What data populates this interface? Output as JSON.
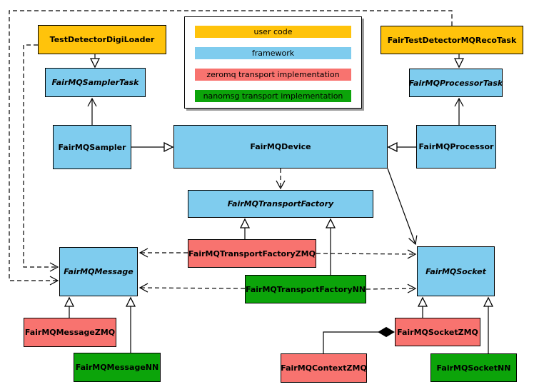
{
  "colors": {
    "user_code": "#FFC30B",
    "framework": "#7FCCEE",
    "zeromq": "#F8736F",
    "nanomsg": "#0CA40A",
    "edge": "#000000",
    "background": "#FFFFFF",
    "legend_shadow": "#9A9A9A"
  },
  "legend": {
    "items": [
      {
        "label": "user code",
        "color_key": "user_code"
      },
      {
        "label": "framework",
        "color_key": "framework"
      },
      {
        "label": "zeromq transport implementation",
        "color_key": "zeromq"
      },
      {
        "label": "nanomsg transport implementation",
        "color_key": "nanomsg"
      }
    ]
  },
  "nodes": {
    "test_detector_digi_loader": {
      "label": "TestDetectorDigiLoader",
      "category": "user code",
      "abstract": false
    },
    "fair_test_detector_mq_reco_task": {
      "label": "FairTestDetectorMQRecoTask",
      "category": "user code",
      "abstract": false
    },
    "fairmq_sampler_task": {
      "label": "FairMQSamplerTask",
      "category": "framework",
      "abstract": true
    },
    "fairmq_processor_task": {
      "label": "FairMQProcessorTask",
      "category": "framework",
      "abstract": true
    },
    "fairmq_sampler": {
      "label": "FairMQSampler",
      "category": "framework",
      "abstract": false
    },
    "fairmq_device": {
      "label": "FairMQDevice",
      "category": "framework",
      "abstract": false
    },
    "fairmq_processor": {
      "label": "FairMQProcessor",
      "category": "framework",
      "abstract": false
    },
    "fairmq_transport_factory": {
      "label": "FairMQTransportFactory",
      "category": "framework",
      "abstract": true
    },
    "fairmq_transport_factory_zmq": {
      "label": "FairMQTransportFactoryZMQ",
      "category": "zeromq transport implementation",
      "abstract": false
    },
    "fairmq_transport_factory_nn": {
      "label": "FairMQTransportFactoryNN",
      "category": "nanomsg transport implementation",
      "abstract": false
    },
    "fairmq_message": {
      "label": "FairMQMessage",
      "category": "framework",
      "abstract": true
    },
    "fairmq_socket": {
      "label": "FairMQSocket",
      "category": "framework",
      "abstract": true
    },
    "fairmq_message_zmq": {
      "label": "FairMQMessageZMQ",
      "category": "zeromq transport implementation",
      "abstract": false
    },
    "fairmq_message_nn": {
      "label": "FairMQMessageNN",
      "category": "nanomsg transport implementation",
      "abstract": false
    },
    "fairmq_context_zmq": {
      "label": "FairMQContextZMQ",
      "category": "zeromq transport implementation",
      "abstract": false
    },
    "fairmq_socket_zmq": {
      "label": "FairMQSocketZMQ",
      "category": "zeromq transport implementation",
      "abstract": false
    },
    "fairmq_socket_nn": {
      "label": "FairMQSocketNN",
      "category": "nanomsg transport implementation",
      "abstract": false
    }
  },
  "relationships": [
    {
      "from": "TestDetectorDigiLoader",
      "to": "FairMQSamplerTask",
      "type": "inheritance"
    },
    {
      "from": "FairTestDetectorMQRecoTask",
      "to": "FairMQProcessorTask",
      "type": "inheritance"
    },
    {
      "from": "FairMQSampler",
      "to": "FairMQSamplerTask",
      "type": "association"
    },
    {
      "from": "FairMQProcessor",
      "to": "FairMQProcessorTask",
      "type": "association"
    },
    {
      "from": "FairMQSampler",
      "to": "FairMQDevice",
      "type": "inheritance"
    },
    {
      "from": "FairMQProcessor",
      "to": "FairMQDevice",
      "type": "inheritance"
    },
    {
      "from": "FairMQDevice",
      "to": "FairMQTransportFactory",
      "type": "dependency"
    },
    {
      "from": "FairMQDevice",
      "to": "FairMQSocket",
      "type": "association"
    },
    {
      "from": "FairMQTransportFactoryZMQ",
      "to": "FairMQTransportFactory",
      "type": "inheritance"
    },
    {
      "from": "FairMQTransportFactoryNN",
      "to": "FairMQTransportFactory",
      "type": "inheritance"
    },
    {
      "from": "FairMQTransportFactoryZMQ",
      "to": "FairMQMessage",
      "type": "dependency"
    },
    {
      "from": "FairMQTransportFactoryZMQ",
      "to": "FairMQSocket",
      "type": "dependency"
    },
    {
      "from": "FairMQTransportFactoryNN",
      "to": "FairMQMessage",
      "type": "dependency"
    },
    {
      "from": "FairMQTransportFactoryNN",
      "to": "FairMQSocket",
      "type": "dependency"
    },
    {
      "from": "FairMQMessageZMQ",
      "to": "FairMQMessage",
      "type": "inheritance"
    },
    {
      "from": "FairMQMessageNN",
      "to": "FairMQMessage",
      "type": "inheritance"
    },
    {
      "from": "FairMQSocketZMQ",
      "to": "FairMQSocket",
      "type": "inheritance"
    },
    {
      "from": "FairMQContextZMQ",
      "to": "FairMQSocketZMQ",
      "type": "composition"
    },
    {
      "from": "FairMQSocketNN",
      "to": "FairMQSocket",
      "type": "inheritance"
    },
    {
      "from": "TestDetectorDigiLoader",
      "to": "FairMQMessage",
      "type": "dependency"
    },
    {
      "from": "FairTestDetectorMQRecoTask",
      "to": "FairMQMessage",
      "type": "dependency"
    }
  ]
}
